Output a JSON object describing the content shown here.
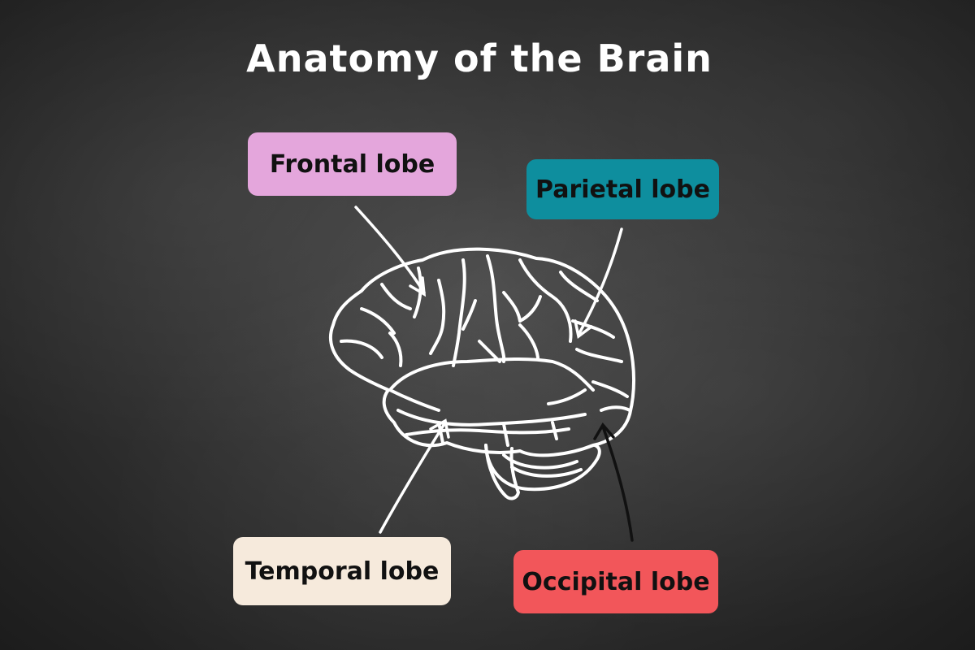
{
  "title": "Anatomy of the Brain",
  "labels": {
    "frontal": {
      "text": "Frontal lobe",
      "color": "#e4a6dc"
    },
    "parietal": {
      "text": "Parietal lobe",
      "color": "#0e8e9e"
    },
    "temporal": {
      "text": "Temporal lobe",
      "color": "#f6eadc"
    },
    "occipital": {
      "text": "Occipital lobe",
      "color": "#f2565a"
    }
  },
  "colors": {
    "chalk": "#ffffff",
    "board": "#2e2e2e"
  }
}
